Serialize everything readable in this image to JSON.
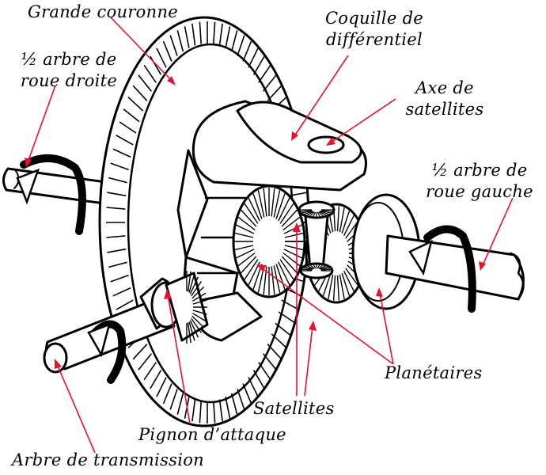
{
  "colors": {
    "pointer": "#e8102d",
    "ink": "#000000",
    "background": "#ffffff"
  },
  "labels": {
    "grande_couronne": "Grande couronne",
    "coquille_line1": "Coquille de",
    "coquille_line2": "différentiel",
    "demi_arbre_droite_line1": "½ arbre de",
    "demi_arbre_droite_line2": "roue droite",
    "axe_line1": "Axe de",
    "axe_line2": "satellites",
    "demi_arbre_gauche_line1": "½ arbre de",
    "demi_arbre_gauche_line2": "roue gauche",
    "planetaires": "Planétaires",
    "satellites": "Satellites",
    "pignon": "Pignon d’attaque",
    "arbre_transmission": "Arbre de transmission"
  }
}
